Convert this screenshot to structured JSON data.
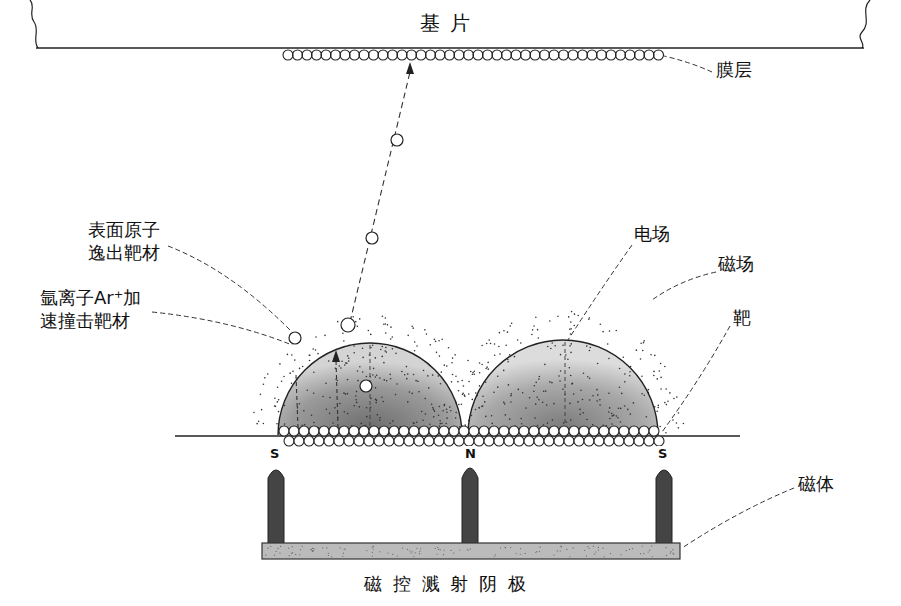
{
  "diagram": {
    "nodes": [
      {
        "text": [
          "基片"
        ]
      }
    ],
    "labels": [
      "膜层",
      "表面原子 逸出靶材",
      "氩离子Ar⁺加 速撞击靶材",
      "电场",
      "磁场",
      "靶",
      "S",
      "N",
      "S",
      "磁体",
      "磁控溅射阴极"
    ]
  }
}
